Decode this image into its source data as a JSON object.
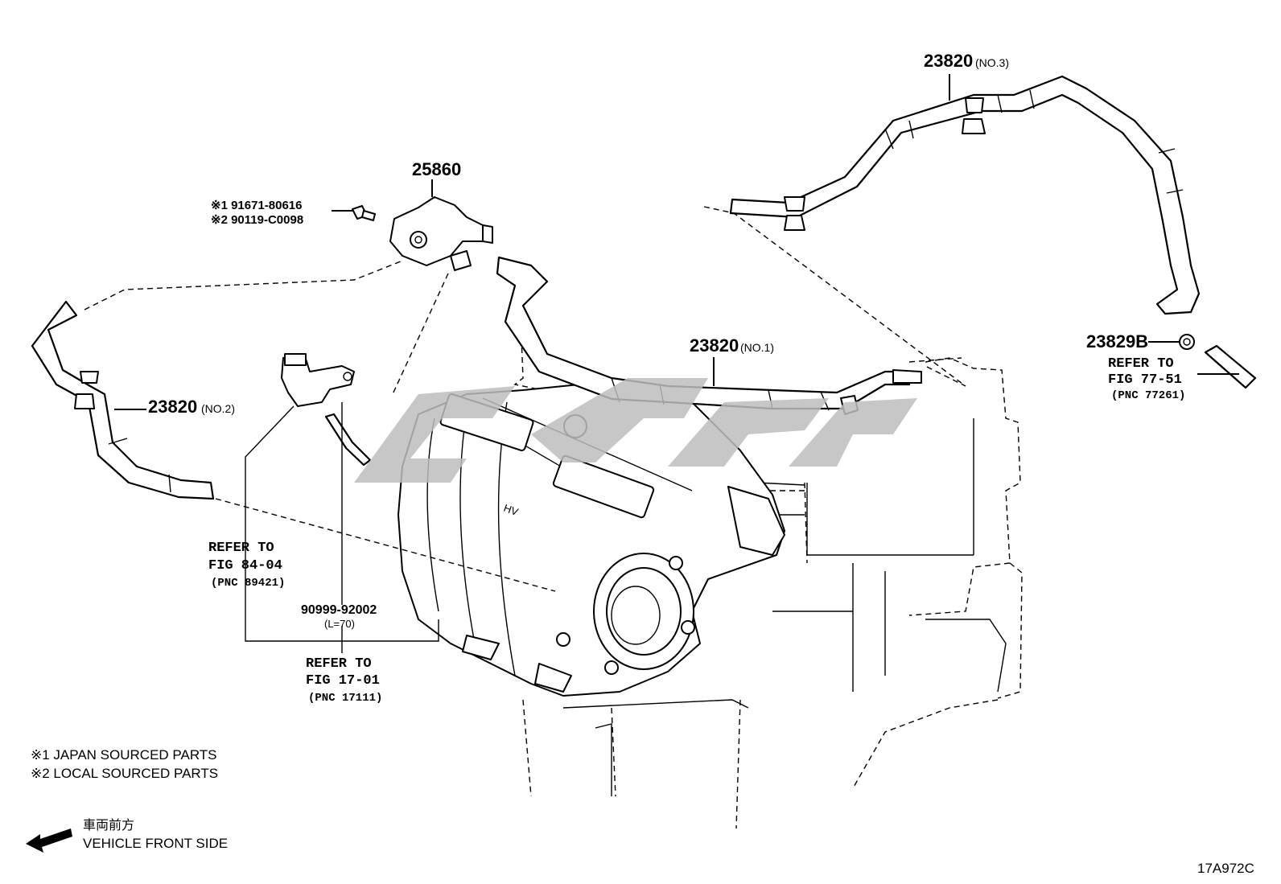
{
  "labels": {
    "part_25860": "25860",
    "bolt_1": "※1 91671-80616",
    "bolt_2": "※2 90119-C0098",
    "hose_no3_num": "23820",
    "hose_no3_suffix": "(NO.3)",
    "hose_no1_num": "23820",
    "hose_no1_suffix": "(NO.1)",
    "hose_no2_num": "23820",
    "hose_no2_suffix": "(NO.2)",
    "clamp_num": "23829B",
    "ref_7751_line1": "REFER TO",
    "ref_7751_line2": "FIG 77-51",
    "ref_7751_line3": "(PNC 77261)",
    "ref_8404_line1": "REFER TO",
    "ref_8404_line2": "FIG 84-04",
    "ref_8404_line3": "(PNC 89421)",
    "tube_num": "90999-92002",
    "tube_len": "(L=70)",
    "ref_1701_line1": "REFER TO",
    "ref_1701_line2": "FIG 17-01",
    "ref_1701_line3": "(PNC 17111)"
  },
  "notes": {
    "note_1": "※1 JAPAN SOURCED PARTS",
    "note_2": "※2 LOCAL SOURCED PARTS",
    "front_jp": "車両前方",
    "front_en": "VEHICLE FRONT SIDE"
  },
  "figure_id": "17A972C",
  "watermark_color": "#bdbdbd"
}
